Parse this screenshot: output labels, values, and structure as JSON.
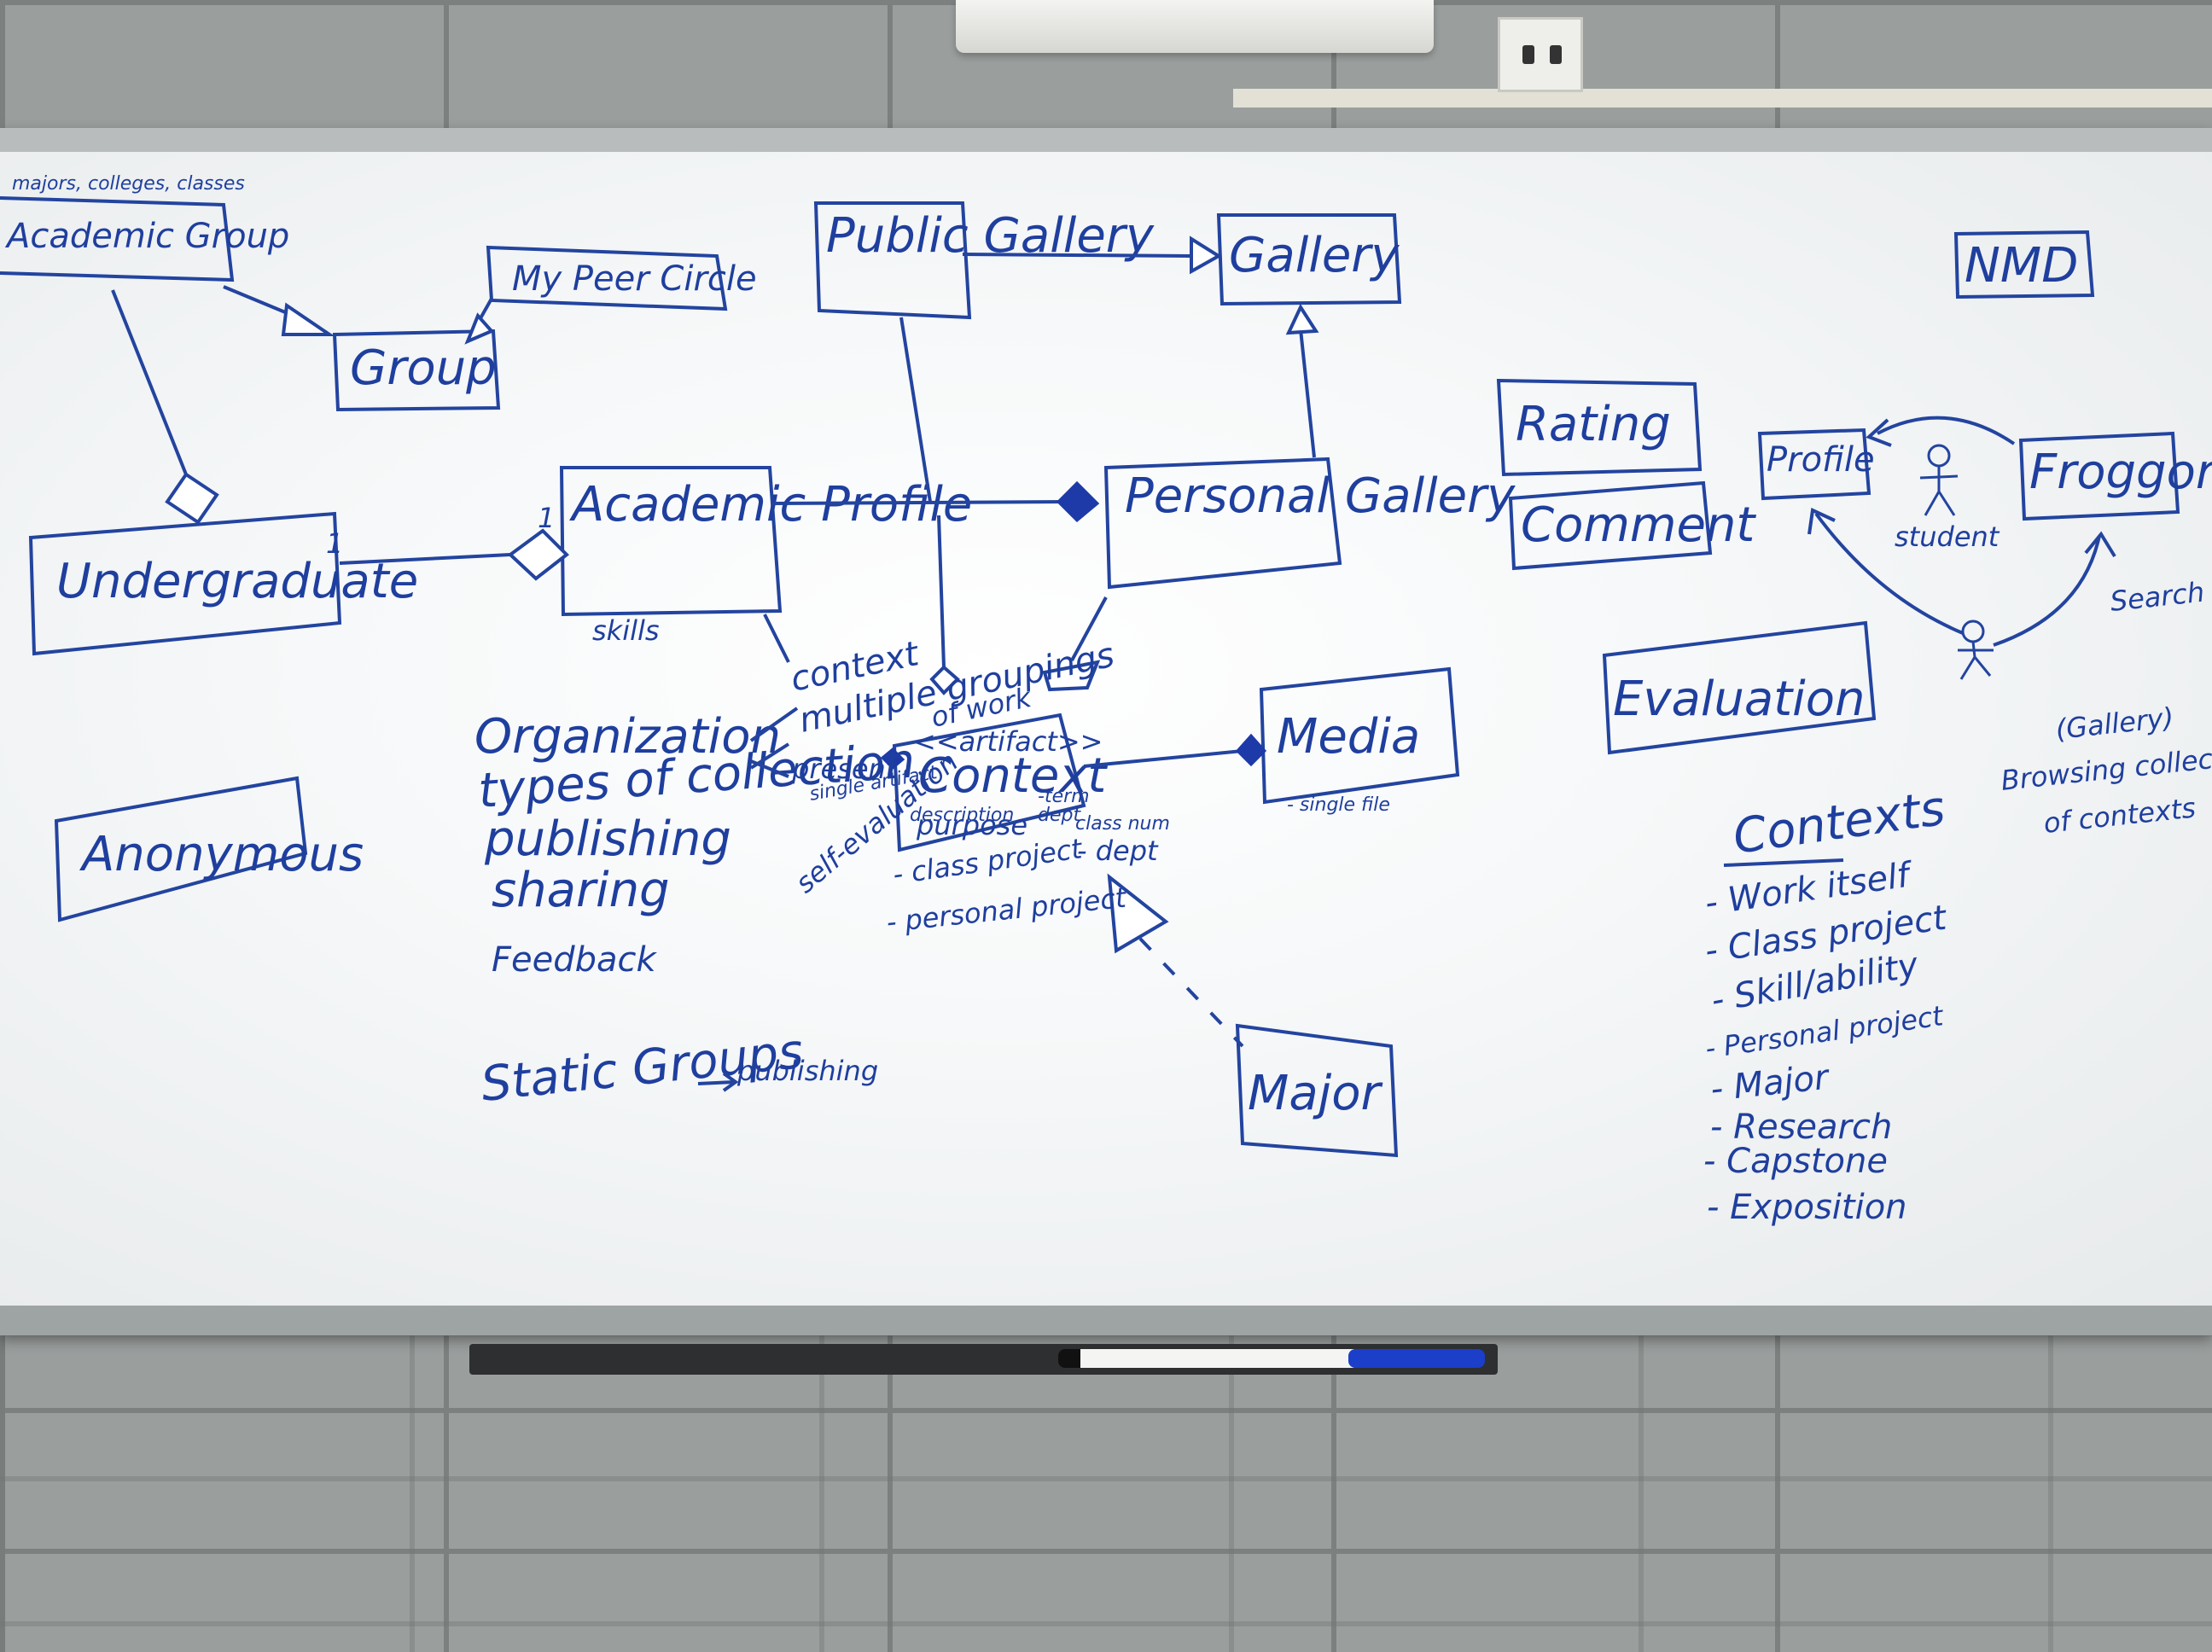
{
  "boxes": {
    "academic_group_note": "majors, colleges, classes",
    "academic_group": "Academic Group",
    "peer_circle": "My Peer Circle",
    "group": "Group",
    "public_gallery": "Public Gallery",
    "gallery": "Gallery",
    "undergraduate": "Undergraduate",
    "academic_profile": "Academic Profile",
    "personal_gallery": "Personal Gallery",
    "context_stereotype": "<<artifact>>",
    "context": "Context",
    "media": "Media",
    "major": "Major",
    "anonymous": "Anonymous",
    "rating": "Rating",
    "comment": "Comment",
    "evaluation": "Evaluation",
    "nmd": "NMD",
    "profile": "Profile",
    "froggor": "Froggor"
  },
  "multiplicity": {
    "one_a": "1",
    "one_b": "1"
  },
  "annotations": {
    "skills": "skills",
    "context_word": "context",
    "multiple_groupings": "multiple groupings",
    "of_work": "of work",
    "present_single": "present",
    "single_artifact": "single artifact",
    "self_evaluation": "self-evaluation",
    "description": "description",
    "purpose": "purpose",
    "term": "-term",
    "dept_a": "dept",
    "class_num": "class num",
    "dept_b": "- dept",
    "class_project": "- class project",
    "personal_project": "- personal project",
    "single_file": "- single file",
    "student": "student",
    "search_nmd": "Search NMD",
    "gallery_paren": "(Gallery)",
    "browsing": "Browsing collect",
    "of_contexts": "of contexts",
    "static_groups": "Static Groups",
    "publishing_arrow": "publishing"
  },
  "features_list": [
    "Organization",
    "types of collection",
    "publishing",
    "sharing",
    "Feedback"
  ],
  "contexts": {
    "title": "Contexts",
    "items": [
      "- Work itself",
      "- Class project",
      "- Skill/ability",
      "- Personal project",
      "- Major",
      "- Research",
      "- Capstone",
      "- Exposition"
    ]
  },
  "colors": {
    "ink": "#23449f",
    "board": "#ffffff",
    "wall": "#9a9e9d"
  }
}
